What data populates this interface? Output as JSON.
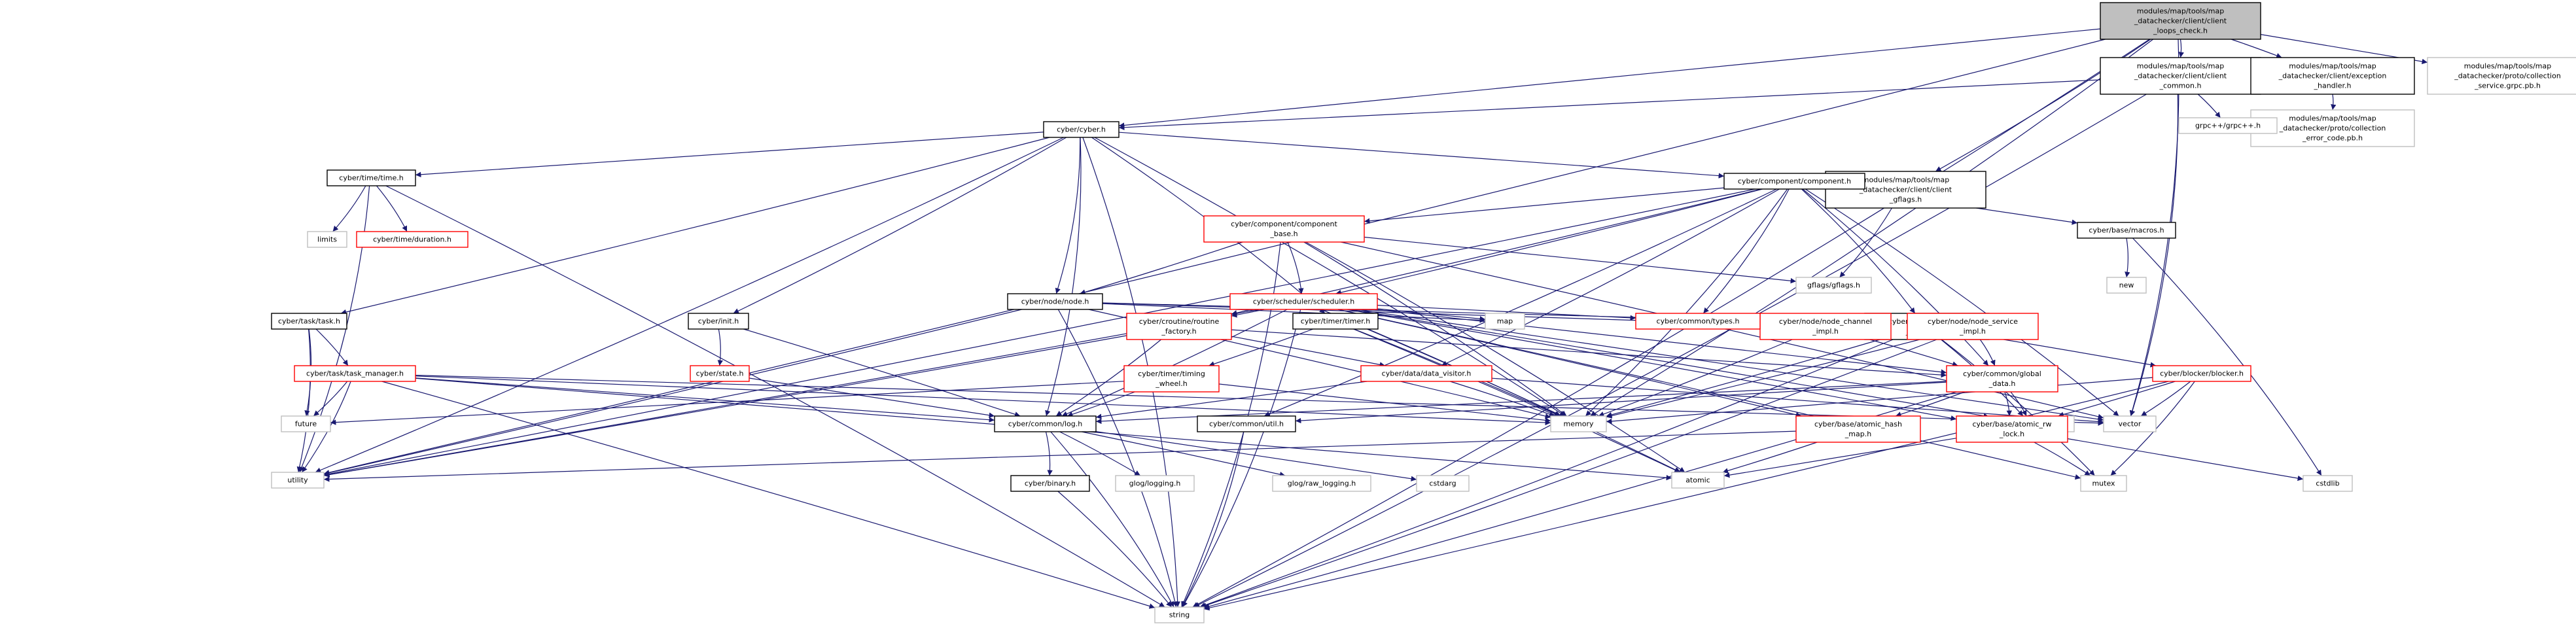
{
  "colors": {
    "edge": "#191970",
    "root_fill": "#bfbfbf",
    "root_border": "#000000",
    "normal_border": "#000000",
    "linked_border": "#ff0000",
    "external_border": "#bfbfbf",
    "text": "#000000"
  },
  "nodes": [
    {
      "id": "root",
      "kind": "root",
      "lines": [
        "modules/map/tools/map",
        "_datachecker/client/client",
        "_loops_check.h"
      ]
    },
    {
      "id": "client_common",
      "kind": "normal",
      "lines": [
        "modules/map/tools/map",
        "_datachecker/client/client",
        "_common.h"
      ]
    },
    {
      "id": "exception_handler",
      "kind": "normal",
      "lines": [
        "modules/map/tools/map",
        "_datachecker/client/exception",
        "_handler.h"
      ]
    },
    {
      "id": "collection_grpc",
      "kind": "external",
      "lines": [
        "modules/map/tools/map",
        "_datachecker/proto/collection",
        "_service.grpc.pb.h"
      ]
    },
    {
      "id": "collection_error",
      "kind": "external",
      "lines": [
        "modules/map/tools/map",
        "_datachecker/proto/collection",
        "_error_code.pb.h"
      ]
    },
    {
      "id": "client_gflags",
      "kind": "normal",
      "lines": [
        "modules/map/tools/map",
        "_datachecker/client/client",
        "_gflags.h"
      ]
    },
    {
      "id": "grpcpp",
      "kind": "external",
      "lines": [
        "grpc++/grpc++.h"
      ]
    },
    {
      "id": "cyber_h",
      "kind": "normal",
      "lines": [
        "cyber/cyber.h"
      ]
    },
    {
      "id": "time_h",
      "kind": "normal",
      "lines": [
        "cyber/time/time.h"
      ]
    },
    {
      "id": "limits",
      "kind": "external",
      "lines": [
        "limits"
      ]
    },
    {
      "id": "duration_h",
      "kind": "linked",
      "lines": [
        "cyber/time/duration.h"
      ]
    },
    {
      "id": "component_h",
      "kind": "normal",
      "lines": [
        "cyber/component/component.h"
      ]
    },
    {
      "id": "component_base",
      "kind": "linked",
      "lines": [
        "cyber/component/component",
        "_base.h"
      ]
    },
    {
      "id": "macros_h",
      "kind": "normal",
      "lines": [
        "cyber/base/macros.h"
      ]
    },
    {
      "id": "new",
      "kind": "external",
      "lines": [
        "new"
      ]
    },
    {
      "id": "gflags_h",
      "kind": "external",
      "lines": [
        "gflags/gflags.h"
      ]
    },
    {
      "id": "node_h",
      "kind": "normal",
      "lines": [
        "cyber/node/node.h"
      ]
    },
    {
      "id": "scheduler_h",
      "kind": "linked",
      "lines": [
        "cyber/scheduler/scheduler.h"
      ]
    },
    {
      "id": "blocker_manager",
      "kind": "normal",
      "lines": [
        "cyber/blocker/blocker",
        "_manager.h"
      ]
    },
    {
      "id": "task_h",
      "kind": "normal",
      "lines": [
        "cyber/task/task.h"
      ]
    },
    {
      "id": "init_h",
      "kind": "normal",
      "lines": [
        "cyber/init.h"
      ]
    },
    {
      "id": "routine_factory",
      "kind": "linked",
      "lines": [
        "cyber/croutine/routine",
        "_factory.h"
      ]
    },
    {
      "id": "timer_h",
      "kind": "normal",
      "lines": [
        "cyber/timer/timer.h"
      ]
    },
    {
      "id": "map",
      "kind": "external",
      "lines": [
        "map"
      ]
    },
    {
      "id": "node_channel_impl",
      "kind": "linked",
      "lines": [
        "cyber/node/node_channel",
        "_impl.h"
      ]
    },
    {
      "id": "node_service_impl",
      "kind": "linked",
      "lines": [
        "cyber/node/node_service",
        "_impl.h"
      ]
    },
    {
      "id": "types_h",
      "kind": "linked",
      "lines": [
        "cyber/common/types.h"
      ]
    },
    {
      "id": "task_manager",
      "kind": "linked",
      "lines": [
        "cyber/task/task_manager.h"
      ]
    },
    {
      "id": "state_h",
      "kind": "linked",
      "lines": [
        "cyber/state.h"
      ]
    },
    {
      "id": "timing_wheel",
      "kind": "linked",
      "lines": [
        "cyber/timer/timing",
        "_wheel.h"
      ]
    },
    {
      "id": "data_visitor",
      "kind": "linked",
      "lines": [
        "cyber/data/data_visitor.h"
      ]
    },
    {
      "id": "global_data",
      "kind": "linked",
      "lines": [
        "cyber/common/global",
        "_data.h"
      ]
    },
    {
      "id": "blocker_h",
      "kind": "linked",
      "lines": [
        "cyber/blocker/blocker.h"
      ]
    },
    {
      "id": "future",
      "kind": "external",
      "lines": [
        "future"
      ]
    },
    {
      "id": "memory",
      "kind": "external",
      "lines": [
        "memory"
      ]
    },
    {
      "id": "unordered_map",
      "kind": "external",
      "lines": [
        "unordered_map"
      ]
    },
    {
      "id": "vector",
      "kind": "external",
      "lines": [
        "vector"
      ]
    },
    {
      "id": "log_h",
      "kind": "normal",
      "lines": [
        "cyber/common/log.h"
      ]
    },
    {
      "id": "util_h",
      "kind": "normal",
      "lines": [
        "cyber/common/util.h"
      ]
    },
    {
      "id": "atomic_hash_map",
      "kind": "linked",
      "lines": [
        "cyber/base/atomic_hash",
        "_map.h"
      ]
    },
    {
      "id": "atomic_rw_lock",
      "kind": "linked",
      "lines": [
        "cyber/base/atomic_rw",
        "_lock.h"
      ]
    },
    {
      "id": "utility",
      "kind": "external",
      "lines": [
        "utility"
      ]
    },
    {
      "id": "binary_h",
      "kind": "normal",
      "lines": [
        "cyber/binary.h"
      ]
    },
    {
      "id": "glog_logging",
      "kind": "external",
      "lines": [
        "glog/logging.h"
      ]
    },
    {
      "id": "glog_raw_logging",
      "kind": "external",
      "lines": [
        "glog/raw_logging.h"
      ]
    },
    {
      "id": "cstdarg",
      "kind": "external",
      "lines": [
        "cstdarg"
      ]
    },
    {
      "id": "atomic",
      "kind": "external",
      "lines": [
        "atomic"
      ]
    },
    {
      "id": "mutex",
      "kind": "external",
      "lines": [
        "mutex"
      ]
    },
    {
      "id": "cstdlib",
      "kind": "external",
      "lines": [
        "cstdlib"
      ]
    },
    {
      "id": "string",
      "kind": "external",
      "lines": [
        "string"
      ]
    }
  ],
  "edges": [
    [
      "root",
      "client_common"
    ],
    [
      "root",
      "exception_handler"
    ],
    [
      "root",
      "collection_grpc"
    ],
    [
      "root",
      "cyber_h"
    ],
    [
      "root",
      "client_gflags"
    ],
    [
      "root",
      "memory"
    ],
    [
      "root",
      "vector"
    ],
    [
      "root",
      "string"
    ],
    [
      "root",
      "utility"
    ],
    [
      "client_common",
      "grpcpp"
    ],
    [
      "client_common",
      "cyber_h"
    ],
    [
      "client_common",
      "vector"
    ],
    [
      "client_common",
      "string"
    ],
    [
      "exception_handler",
      "collection_error"
    ],
    [
      "client_gflags",
      "gflags_h"
    ],
    [
      "cyber_h",
      "time_h"
    ],
    [
      "cyber_h",
      "component_h"
    ],
    [
      "cyber_h",
      "node_h"
    ],
    [
      "cyber_h",
      "task_h"
    ],
    [
      "cyber_h",
      "init_h"
    ],
    [
      "cyber_h",
      "timer_h"
    ],
    [
      "cyber_h",
      "log_h"
    ],
    [
      "cyber_h",
      "memory"
    ],
    [
      "cyber_h",
      "utility"
    ],
    [
      "cyber_h",
      "string"
    ],
    [
      "time_h",
      "limits"
    ],
    [
      "time_h",
      "duration_h"
    ],
    [
      "time_h",
      "string"
    ],
    [
      "time_h",
      "utility"
    ],
    [
      "component_h",
      "component_base"
    ],
    [
      "component_h",
      "macros_h"
    ],
    [
      "component_h",
      "scheduler_h"
    ],
    [
      "component_h",
      "blocker_manager"
    ],
    [
      "component_h",
      "routine_factory"
    ],
    [
      "component_h",
      "types_h"
    ],
    [
      "component_h",
      "data_visitor"
    ],
    [
      "component_h",
      "global_data"
    ],
    [
      "component_h",
      "util_h"
    ],
    [
      "component_h",
      "memory"
    ],
    [
      "component_h",
      "vector"
    ],
    [
      "component_h",
      "utility"
    ],
    [
      "component_base",
      "node_h"
    ],
    [
      "component_base",
      "scheduler_h"
    ],
    [
      "component_base",
      "gflags_h"
    ],
    [
      "component_base",
      "atomic"
    ],
    [
      "component_base",
      "memory"
    ],
    [
      "component_base",
      "string"
    ],
    [
      "component_base",
      "vector"
    ],
    [
      "macros_h",
      "new"
    ],
    [
      "macros_h",
      "cstdlib"
    ],
    [
      "node_h",
      "node_channel_impl"
    ],
    [
      "node_h",
      "node_service_impl"
    ],
    [
      "node_h",
      "map"
    ],
    [
      "node_h",
      "memory"
    ],
    [
      "node_h",
      "string"
    ],
    [
      "node_h",
      "utility"
    ],
    [
      "scheduler_h",
      "routine_factory"
    ],
    [
      "scheduler_h",
      "types_h"
    ],
    [
      "scheduler_h",
      "map"
    ],
    [
      "scheduler_h",
      "atomic_hash_map"
    ],
    [
      "scheduler_h",
      "atomic_rw_lock"
    ],
    [
      "scheduler_h",
      "global_data"
    ],
    [
      "scheduler_h",
      "log_h"
    ],
    [
      "scheduler_h",
      "unordered_map"
    ],
    [
      "scheduler_h",
      "vector"
    ],
    [
      "scheduler_h",
      "memory"
    ],
    [
      "scheduler_h",
      "mutex"
    ],
    [
      "scheduler_h",
      "atomic"
    ],
    [
      "scheduler_h",
      "string"
    ],
    [
      "scheduler_h",
      "utility"
    ],
    [
      "blocker_manager",
      "blocker_h"
    ],
    [
      "blocker_manager",
      "memory"
    ],
    [
      "blocker_manager",
      "mutex"
    ],
    [
      "blocker_manager",
      "string"
    ],
    [
      "blocker_manager",
      "unordered_map"
    ],
    [
      "task_h",
      "task_manager"
    ],
    [
      "task_h",
      "future"
    ],
    [
      "task_h",
      "utility"
    ],
    [
      "init_h",
      "state_h"
    ],
    [
      "init_h",
      "log_h"
    ],
    [
      "routine_factory",
      "data_visitor"
    ],
    [
      "routine_factory",
      "global_data"
    ],
    [
      "routine_factory",
      "log_h"
    ],
    [
      "routine_factory",
      "utility"
    ],
    [
      "timer_h",
      "timing_wheel"
    ],
    [
      "timer_h",
      "memory"
    ],
    [
      "timer_h",
      "atomic"
    ],
    [
      "node_channel_impl",
      "global_data"
    ],
    [
      "node_channel_impl",
      "memory"
    ],
    [
      "node_service_impl",
      "global_data"
    ],
    [
      "node_service_impl",
      "memory"
    ],
    [
      "node_service_impl",
      "string"
    ],
    [
      "task_manager",
      "future"
    ],
    [
      "task_manager",
      "log_h"
    ],
    [
      "task_manager",
      "memory"
    ],
    [
      "task_manager",
      "utility"
    ],
    [
      "task_manager",
      "vector"
    ],
    [
      "task_manager",
      "atomic"
    ],
    [
      "task_manager",
      "string"
    ],
    [
      "state_h",
      "log_h"
    ],
    [
      "timing_wheel",
      "future"
    ],
    [
      "timing_wheel",
      "log_h"
    ],
    [
      "timing_wheel",
      "memory"
    ],
    [
      "data_visitor",
      "log_h"
    ],
    [
      "data_visitor",
      "memory"
    ],
    [
      "data_visitor",
      "vector"
    ],
    [
      "global_data",
      "atomic_hash_map"
    ],
    [
      "global_data",
      "atomic_rw_lock"
    ],
    [
      "global_data",
      "util_h"
    ],
    [
      "global_data",
      "log_h"
    ],
    [
      "global_data",
      "unordered_map"
    ],
    [
      "global_data",
      "string"
    ],
    [
      "blocker_h",
      "memory"
    ],
    [
      "blocker_h",
      "mutex"
    ],
    [
      "blocker_h",
      "string"
    ],
    [
      "blocker_h",
      "vector"
    ],
    [
      "blocker_h",
      "unordered_map"
    ],
    [
      "log_h",
      "binary_h"
    ],
    [
      "log_h",
      "glog_logging"
    ],
    [
      "log_h",
      "glog_raw_logging"
    ],
    [
      "log_h",
      "cstdarg"
    ],
    [
      "log_h",
      "string"
    ],
    [
      "util_h",
      "string"
    ],
    [
      "atomic_hash_map",
      "atomic"
    ],
    [
      "atomic_hash_map",
      "utility"
    ],
    [
      "atomic_rw_lock",
      "atomic"
    ],
    [
      "atomic_rw_lock",
      "mutex"
    ],
    [
      "atomic_rw_lock",
      "cstdlib"
    ],
    [
      "binary_h",
      "string"
    ]
  ]
}
